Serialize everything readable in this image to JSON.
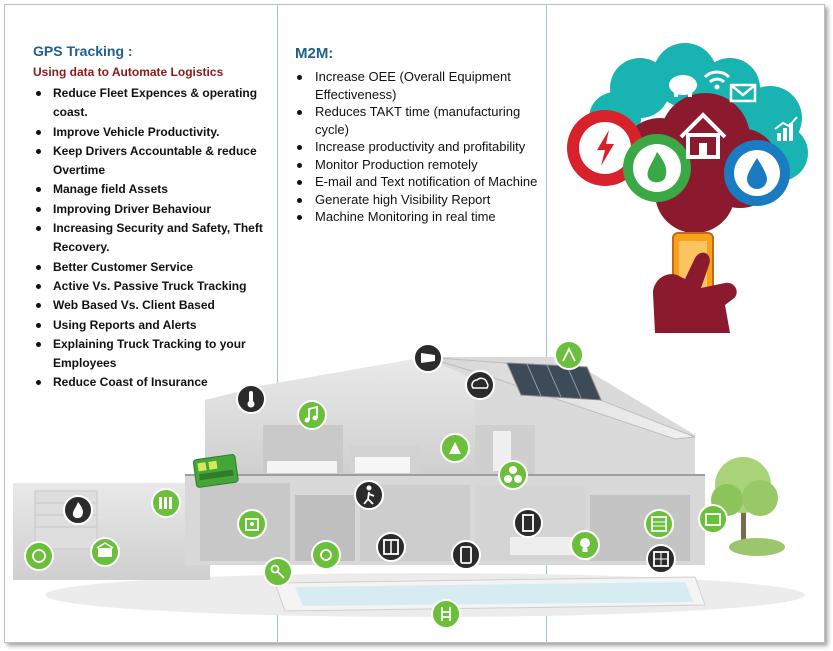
{
  "gps": {
    "title": "GPS Tracking :",
    "subtitle": "Using data to Automate Logistics",
    "items": [
      "Reduce Fleet Expences & operating coast.",
      "Improve Vehicle Productivity.",
      "Keep Drivers Accountable & reduce Overtime",
      "Manage field Assets",
      "Improving Driver Behaviour",
      "Increasing Security and Safety, Theft Recovery.",
      "Better Customer Service",
      "Active Vs. Passive Truck Tracking",
      "Web Based Vs. Client Based",
      "Using Reports and Alerts",
      "Explaining Truck Tracking to your Employees",
      "Reduce Coast of Insurance"
    ]
  },
  "m2m": {
    "title": "M2M:",
    "items": [
      "Increase OEE (Overall Equipment Effectiveness)",
      "Reduces TAKT time (manufacturing cycle)",
      "Increase productivity and profitability",
      "Monitor Production remotely",
      "E-mail and Text notification of Machine",
      "Generate high Visibility Report",
      "Machine Monitoring in real time"
    ]
  },
  "icons": [
    "windsock-icon",
    "weather-icon",
    "solar-icon",
    "thermometer-icon",
    "music-icon",
    "pump-icon",
    "fan-icon",
    "walking-person-icon",
    "fire-icon",
    "radiator-icon",
    "alarm-icon",
    "garage-icon",
    "door-icon",
    "window-icon",
    "tablet-icon",
    "sprinkler-icon",
    "lamp-icon",
    "blinds-icon",
    "pool-ladder-icon",
    "key-icon",
    "car-icon",
    "water-icon"
  ],
  "colors": {
    "heading_blue": "#1f5f8b",
    "subtitle_red": "#8b1a1a",
    "icon_green": "#6bbf3a",
    "icon_dark": "#2b2b2b",
    "cloud_teal": "#19b3b1",
    "cloud_maroon": "#8b1a2e",
    "cloud_red": "#d8222b",
    "cloud_blue": "#1a7ac2"
  }
}
